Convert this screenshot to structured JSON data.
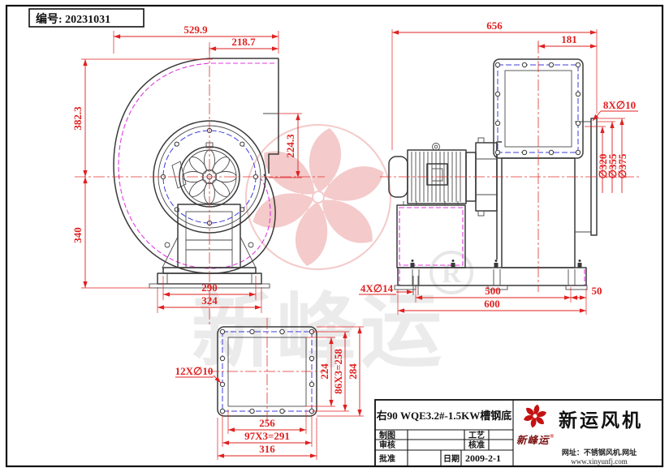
{
  "sheet": {
    "serial": "编号: 20231031"
  },
  "front_view": {
    "dims": {
      "total_width": "529.9",
      "outlet_offset": "218.7",
      "height_upper": "382.3",
      "height_lower": "340",
      "outlet_depth": "224.3",
      "base_inner": "290",
      "base_outer": "324"
    }
  },
  "side_view": {
    "dims": {
      "total_length": "656",
      "inlet_offset": "181",
      "inlet_bolts": "8X∅10",
      "inlet_d1": "∅320",
      "inlet_d2": "∅355",
      "inlet_d3": "∅375",
      "base_holes": "4X∅14",
      "base_span": "500",
      "base_end": "50",
      "base_total": "600"
    }
  },
  "flange_view": {
    "dims": {
      "bolts": "12X∅10",
      "inner_w": "256",
      "bolt_w": "97X3=291",
      "outer_w": "316",
      "inner_h": "224",
      "bolt_h": "86X3=258",
      "outer_h": "284"
    }
  },
  "title_block": {
    "title": "右90 WQE3.2#-1.5KW槽钢底",
    "fields": {
      "draw": "制图",
      "check": "审核",
      "approve": "批准",
      "process": "工艺",
      "ratify": "核准",
      "date_label": "日期",
      "date": "2009-2-1"
    },
    "brand": {
      "name": "新运风机",
      "script": "新峰运",
      "reg": "®",
      "site_line1": "网址：不锈钢风机.网址",
      "site_line2": "www.xinyunfj.com"
    }
  },
  "watermark": {
    "text": "新峰运",
    "reg": "R"
  },
  "colors": {
    "dimension_red": "#e02121",
    "centerline_red": "#e23030",
    "magenta_liner": "#e03ae0",
    "bolt_circle_blue": "#3c3cdc",
    "outline_gray": "#3a3a3a",
    "brand_red": "#c41212",
    "watermark_pink": "#ec9f9f",
    "watermark_gray": "#dbdbdb"
  }
}
